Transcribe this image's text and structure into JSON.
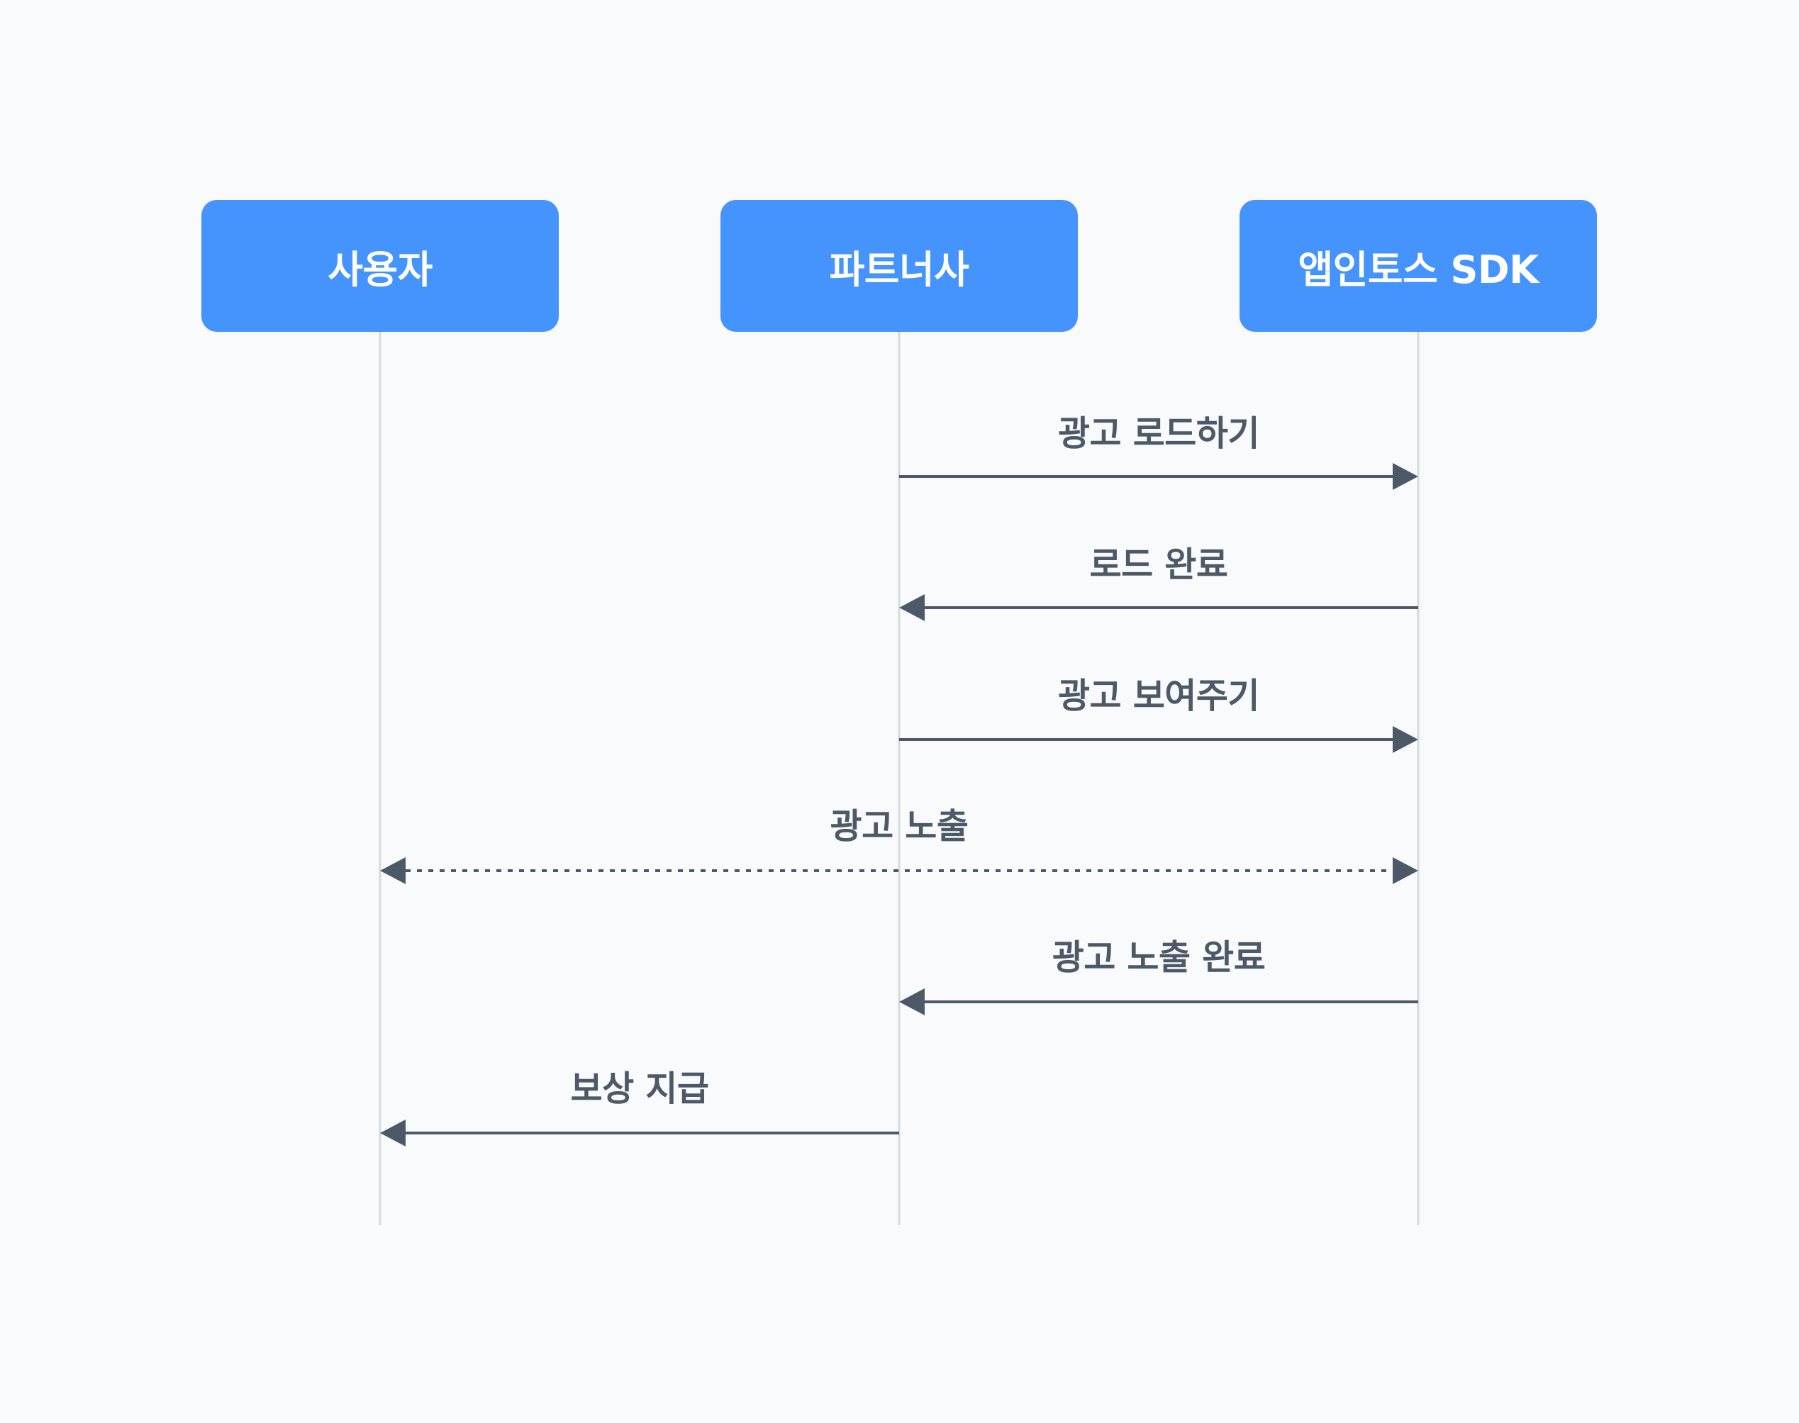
{
  "diagram": {
    "type": "sequence",
    "actors": [
      {
        "id": "user",
        "label": "사용자"
      },
      {
        "id": "partner",
        "label": "파트너사"
      },
      {
        "id": "sdk",
        "label": "앱인토스 SDK"
      }
    ],
    "messages": [
      {
        "label": "광고 로드하기",
        "from": "partner",
        "to": "sdk",
        "style": "solid"
      },
      {
        "label": "로드 완료",
        "from": "sdk",
        "to": "partner",
        "style": "solid"
      },
      {
        "label": "광고 보여주기",
        "from": "partner",
        "to": "sdk",
        "style": "solid"
      },
      {
        "label": "광고 노출",
        "from": "user",
        "to": "sdk",
        "style": "dotted",
        "bidirectional": true
      },
      {
        "label": "광고 노출 완료",
        "from": "sdk",
        "to": "partner",
        "style": "solid"
      },
      {
        "label": "보상 지급",
        "from": "partner",
        "to": "user",
        "style": "solid"
      }
    ],
    "colors": {
      "background": "#f8fafc",
      "actor_box": "#4593fc",
      "actor_text": "#ffffff",
      "lifeline": "#d6d9de",
      "arrow": "#4e5968",
      "message_text": "#4e5968"
    }
  }
}
